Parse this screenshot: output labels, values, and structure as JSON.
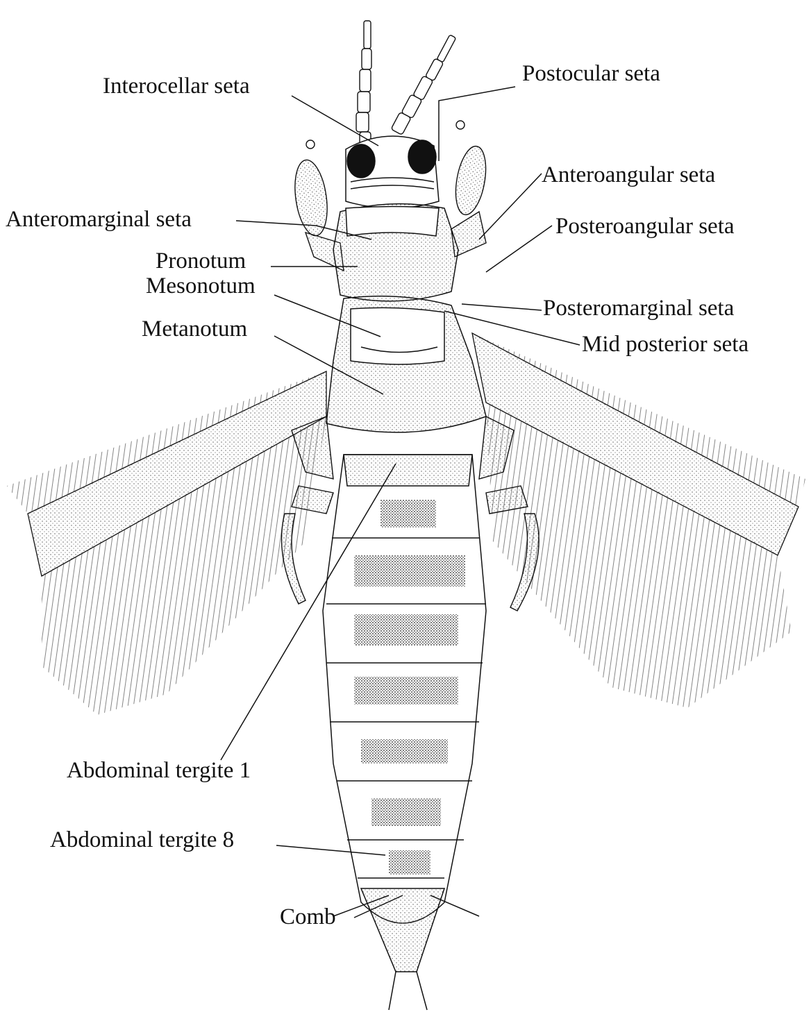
{
  "labels": {
    "interocellar_seta": "Interocellar seta",
    "postocular_seta": "Postocular seta",
    "anteroangular_seta": "Anteroangular seta",
    "anteromarginal_seta": "Anteromarginal seta",
    "posteroangular_seta": "Posteroangular seta",
    "pronotum": "Pronotum",
    "mesonotum": "Mesonotum",
    "posteromarginal_seta": "Posteromarginal seta",
    "metanotum": "Metanotum",
    "mid_posterior_seta": "Mid posterior seta",
    "abdominal_tergite_1": "Abdominal tergite 1",
    "abdominal_tergite_8": "Abdominal tergite 8",
    "comb": "Comb"
  },
  "colors": {
    "ink": "#111111",
    "stipple": "#555555",
    "background": "#ffffff"
  }
}
